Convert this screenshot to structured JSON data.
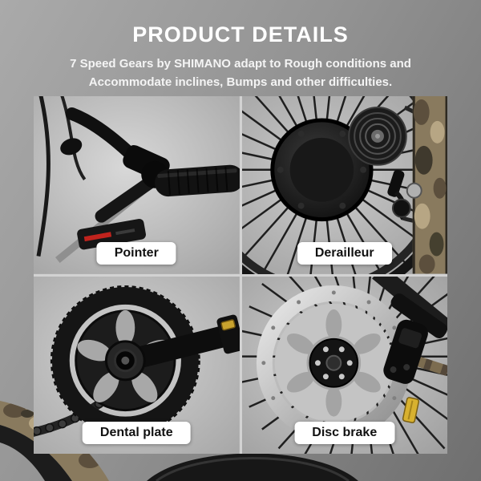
{
  "header": {
    "title": "PRODUCT DETAILS",
    "subtitle_line1": "7 Speed Gears by SHIMANO adapt to Rough conditions and",
    "subtitle_line2": "Accommodate inclines, Bumps and other difficulties."
  },
  "grid": {
    "cells": [
      {
        "label": "Pointer",
        "image": "brake-lever-photo"
      },
      {
        "label": "Derailleur",
        "image": "rear-derailleur-photo"
      },
      {
        "label": "Dental plate",
        "image": "chainring-photo"
      },
      {
        "label": "Disc brake",
        "image": "disc-brake-photo"
      }
    ]
  },
  "colors": {
    "headline_text": "#ffffff",
    "label_bg": "#ffffff",
    "label_text": "#111111",
    "page_bg_light": "#aaaaaa",
    "page_bg_dark": "#6f6f6f",
    "red_accent": "#c0231d",
    "reflector_yellow": "#d8b12f",
    "camo_base": "#897a5e"
  }
}
